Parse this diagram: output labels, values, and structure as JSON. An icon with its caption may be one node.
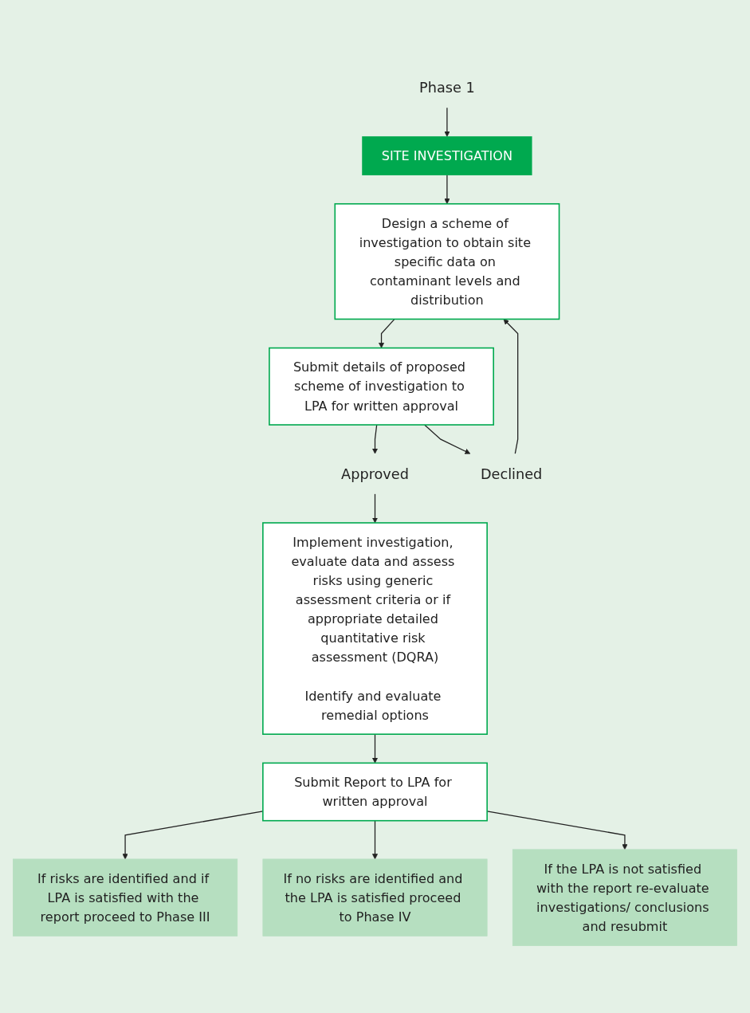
{
  "diagram": {
    "nodes": [
      {
        "text": [
          "Phase 1"
        ]
      },
      {
        "text": [
          "SITE INVESTIGATION"
        ]
      },
      {
        "text": [
          "Design a scheme of investigation to obtain site specific data on contaminant levels and distribution"
        ]
      },
      {
        "text": [
          "Submit details of proposed scheme of investigation to LPA for written approval"
        ]
      },
      {
        "text": [
          "Approved"
        ]
      },
      {
        "text": [
          "Declined"
        ]
      },
      {
        "text": [
          "Implement investigation, evaluate data and assess risks using generic assessment criteria or if appropriate detailed quantitative risk assessment (DQRA)",
          "Identify and evaluate remedial options"
        ]
      },
      {
        "text": [
          "Submit Report to LPA for written approval"
        ]
      },
      {
        "text": [
          "If risks are identified and if LPA is satisfied with the report proceed to Phase III"
        ]
      },
      {
        "text": [
          "If no risks are identified and the LPA is satisfied proceed to Phase IV"
        ]
      },
      {
        "text": [
          "If the LPA is not satisfied with the report re-evaluate investigations/ conclusions and resubmit"
        ]
      }
    ],
    "edges": [
      {
        "from": 0,
        "to": 1,
        "arrow": "to"
      },
      {
        "from": 1,
        "to": 2,
        "arrow": "to"
      },
      {
        "from": 2,
        "to": 3,
        "arrow": "to"
      },
      {
        "from": 3,
        "to": 4,
        "arrow": "to"
      },
      {
        "from": 3,
        "to": 5,
        "arrow": "to"
      },
      {
        "from": 5,
        "to": 2,
        "arrow": "to"
      },
      {
        "from": 4,
        "to": 6,
        "arrow": "to"
      },
      {
        "from": 6,
        "to": 7,
        "arrow": "to"
      },
      {
        "from": 7,
        "to": 8,
        "arrow": "to"
      },
      {
        "from": 7,
        "to": 9,
        "arrow": "to"
      },
      {
        "from": 7,
        "to": 10,
        "arrow": "to"
      }
    ]
  }
}
